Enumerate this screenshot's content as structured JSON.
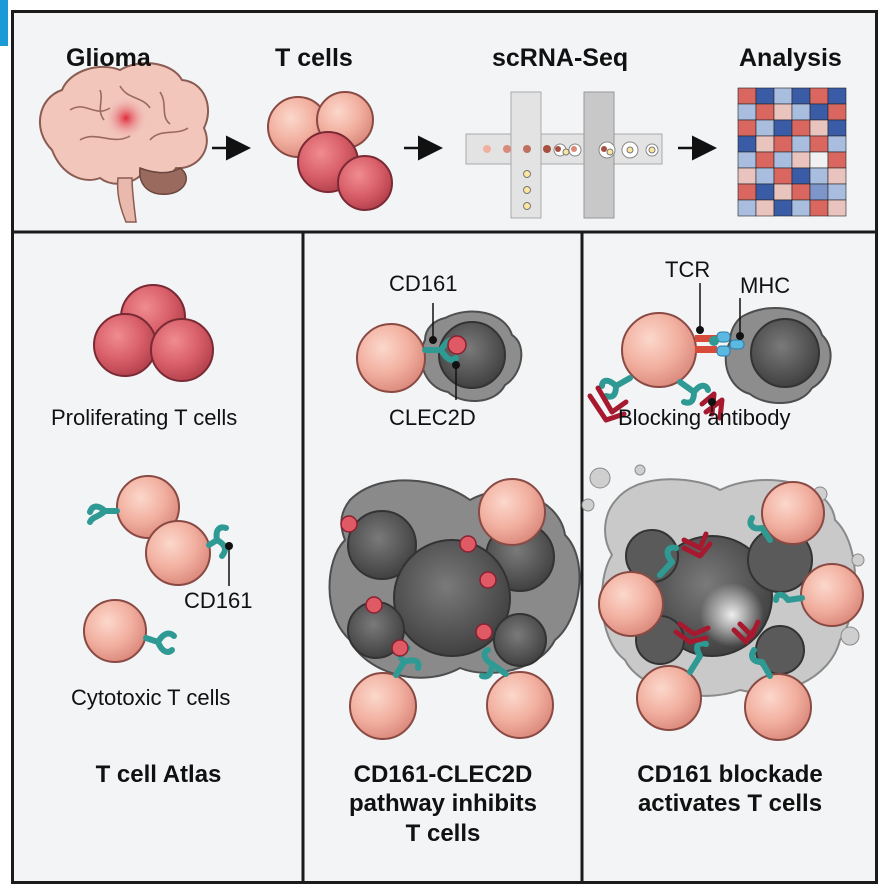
{
  "workflow": {
    "stages": [
      {
        "title": "Glioma"
      },
      {
        "title": "T cells"
      },
      {
        "title": "scRNA-Seq"
      },
      {
        "title": "Analysis"
      }
    ]
  },
  "panels": [
    {
      "caption_lines": [
        "T cell Atlas"
      ],
      "labels": {
        "proliferating": "Proliferating T cells",
        "receptor": "CD161",
        "cytotoxic": "Cytotoxic T cells"
      }
    },
    {
      "caption_lines": [
        "CD161-CLEC2D",
        "pathway inhibits",
        "T cells"
      ],
      "labels": {
        "receptor": "CD161",
        "ligand": "CLEC2D"
      }
    },
    {
      "caption_lines": [
        "CD161 blockade",
        "activates T cells"
      ],
      "labels": {
        "tcr": "TCR",
        "mhc": "MHC",
        "antibody": "Blocking antibody"
      }
    }
  ],
  "colors": {
    "accent": "#1a9ad6",
    "tcell": "#f2b3a4",
    "proliferating": "#d85c68",
    "receptor": "#3fb6ad",
    "tumor": "#6f6f6f",
    "antibody": "#a6192e",
    "heatmap_red": "#d9665f",
    "heatmap_blue": "#3a5ca6"
  }
}
